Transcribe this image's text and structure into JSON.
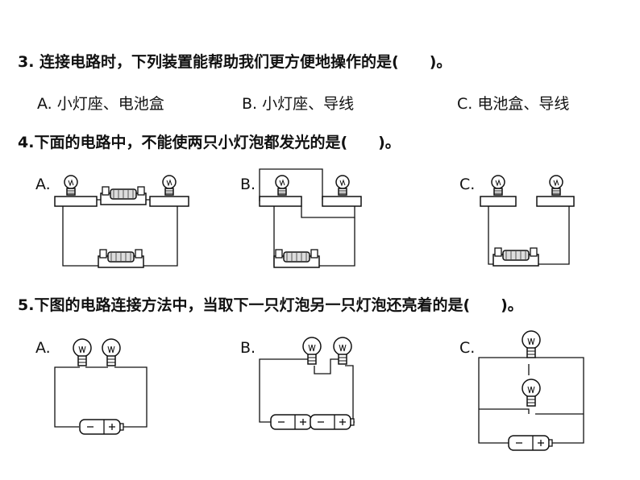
{
  "q3": {
    "stem": "3. 连接电路时，下列装置能帮助我们更方便地操作的是(　　)。",
    "options": [
      "A. 小灯座、电池盒",
      "B. 小灯座、导线",
      "C. 电池盒、导线"
    ]
  },
  "q4": {
    "stem": "4.下面的电路中，不能使两只小灯泡都发光的是(　　)。",
    "labels": [
      "A.",
      "B.",
      "C."
    ]
  },
  "q5": {
    "stem": "5.下图的电路连接方法中，当取下一只灯泡另一只灯泡还亮着的是(　　)。",
    "labels": [
      "A.",
      "B.",
      "C."
    ]
  }
}
